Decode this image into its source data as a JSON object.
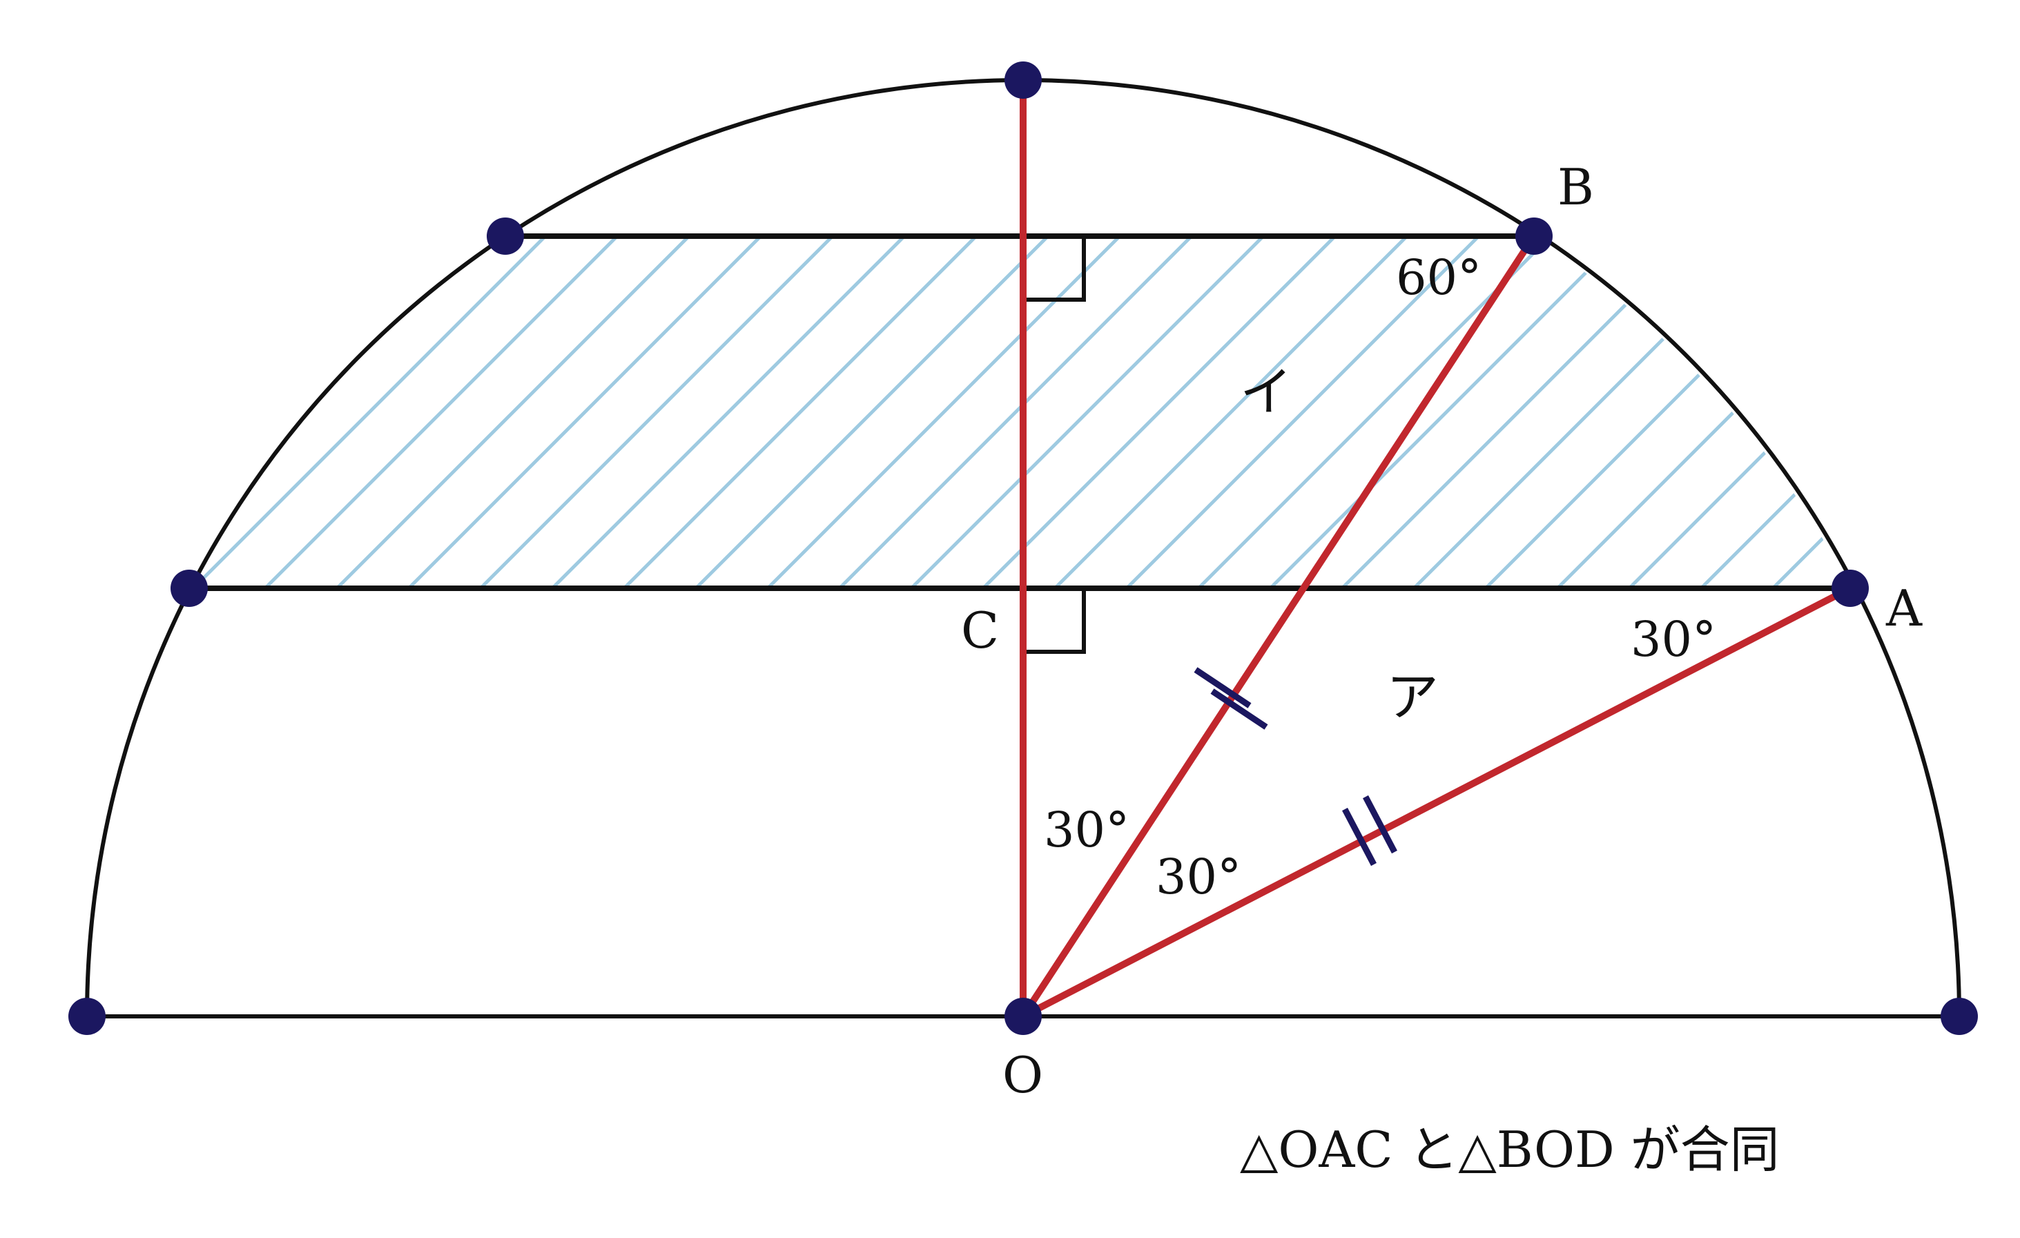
{
  "colors": {
    "outline": "#111111",
    "red_segment": "#c1272d",
    "hatch": "#9ecae1",
    "point": "#1b1760",
    "tick_marks": "#1b1760"
  },
  "labels": {
    "point_b": "B",
    "point_a": "A",
    "point_c": "C",
    "point_o": "O",
    "angle_b": "60°",
    "angle_a": "30°",
    "angle_o_left": "30°",
    "angle_o_right": "30°",
    "region_i": "イ",
    "region_a": "ア",
    "caption": "△OAC と△BOD が合同"
  }
}
